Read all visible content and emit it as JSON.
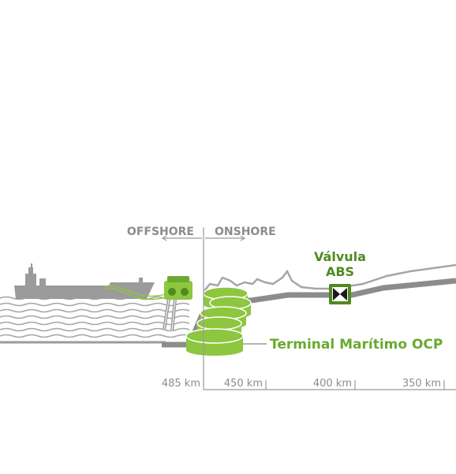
{
  "zones": {
    "offshore": "OFFSHORE",
    "onshore": "ONSHORE"
  },
  "valve": {
    "line1": "Válvula",
    "line2": "ABS"
  },
  "terminal": {
    "label": "Terminal Marítimo OCP"
  },
  "distance_markers": [
    {
      "label": "485 km"
    },
    {
      "label": "450 km"
    },
    {
      "label": "400 km"
    },
    {
      "label": "350 km"
    }
  ],
  "colors": {
    "green": "#8dc63f",
    "dark_green": "#4e8a1f",
    "gray": "#9b9b9b",
    "dark_gray": "#7f7f7f"
  }
}
